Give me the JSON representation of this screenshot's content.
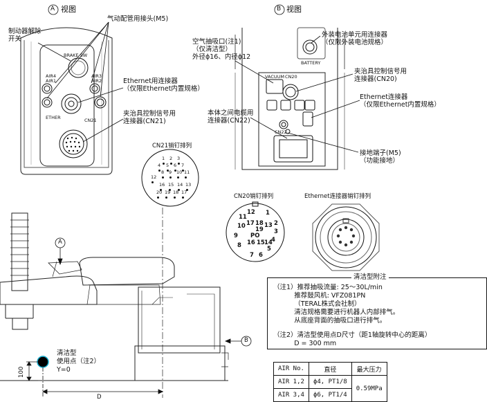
{
  "view_a": {
    "title": "视图",
    "letter": "A",
    "brake_switch_label": "制动器解除\n开关",
    "air_fitting_label": "气动配管用接头(M5)",
    "ethernet_label": "Ethernet用连接器\n（仅限Ethernet内置规格）",
    "jig_signal_label": "夹治具控制信号用\n连接器(CN21)",
    "panel_brake": "BRAKE SW",
    "panel_air4": "AIR4",
    "panel_air1": "AIR1",
    "panel_air3": "AIR3",
    "panel_air2": "AIR2",
    "panel_ether": "ETHER",
    "panel_cn21": "CN21"
  },
  "view_b": {
    "title": "视图",
    "letter": "B",
    "suction_label": "空气抽吸口(注1)\n（仅清洁型）\n外径ϕ16、内径ϕ12",
    "battery_label": "外装电池单元用连接器\n（仅限外装电池规格）",
    "jig_signal_label": "夹治具控制信号用\n连接器(CN20)",
    "ethernet_label": "Ethernet连接器\n（仅限Ethernet内置规格）",
    "cable_label": "本体之间电缆用\n连接器(CN22)",
    "ground_label": "接地端子(M5)\n（功能接地）",
    "panel_battery": "BATTERY",
    "panel_vacuum": "VACUUM",
    "panel_cn20": "CN20",
    "panel_cn22": "CN22"
  },
  "pinouts": {
    "cn21_title": "CN21销钉排列",
    "cn21_pins": [
      "1",
      "2",
      "3",
      "4",
      "5",
      "6",
      "7",
      "8",
      "9",
      "10",
      "11",
      "12",
      "13",
      "14",
      "15",
      "16",
      "17",
      "18",
      "19",
      "20"
    ],
    "cn20_title": "CN20销钉排列",
    "cn20_pins": [
      "1",
      "2",
      "3",
      "4",
      "5",
      "6",
      "7",
      "8",
      "9",
      "10",
      "11",
      "12",
      "13",
      "14",
      "15",
      "16",
      "17",
      "18",
      "19"
    ],
    "cn20_po": "PO",
    "ethernet_title": "Ethernet连接器销钉排列"
  },
  "side_view": {
    "arrow_a": "A",
    "arrow_b": "B",
    "clean_point": "清洁型\n使用点（注2）\nY=0",
    "dim_100": "100",
    "dim_d": "D"
  },
  "notes": {
    "title": "清洁型附注",
    "note1": "（注1）推荐抽吸流量: 25～30L/min\n          推荐鼓风机: VFZ081PN\n          （TERAL株式会社制）\n          清洁规格需要进行机器人内部排气。\n          从底座背面的抽吸口进行排气。",
    "note2": "（注2）清洁型使用点D尺寸（距1轴旋转中心的距离）\n          D = 300 mm"
  },
  "air_table": {
    "headers": [
      "AIR No.",
      "直径",
      "最大压力"
    ],
    "rows": [
      {
        "no": "AIR 1,2",
        "dia": "ϕ4, PT1/8"
      },
      {
        "no": "AIR 3,4",
        "dia": "ϕ6, PT1/4"
      }
    ],
    "pressure": "0.59MPa"
  }
}
